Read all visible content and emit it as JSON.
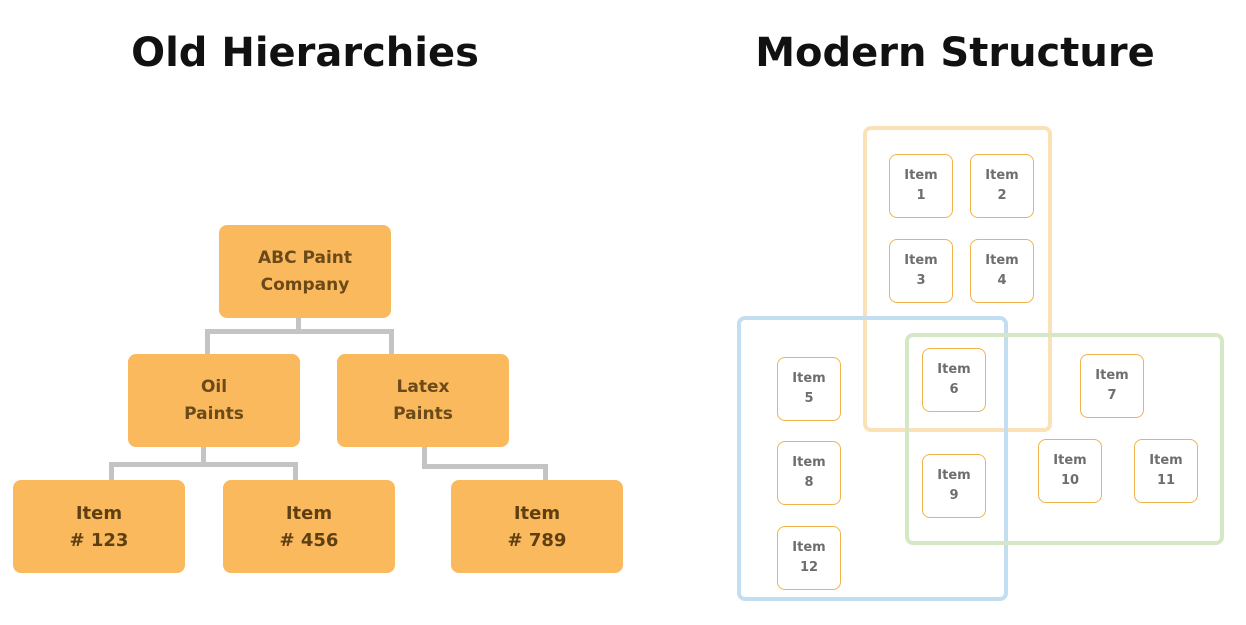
{
  "titles": {
    "left": "Old Hierarchies",
    "right": "Modern Structure"
  },
  "hierarchy": {
    "root": {
      "line1": "ABC Paint",
      "line2": "Company"
    },
    "oil": {
      "line1": "Oil",
      "line2": "Paints"
    },
    "latex": {
      "line1": "Latex",
      "line2": "Paints"
    },
    "leaves": [
      {
        "line1": "Item",
        "line2": "# 123"
      },
      {
        "line1": "Item",
        "line2": "# 456"
      },
      {
        "line1": "Item",
        "line2": "# 789"
      }
    ]
  },
  "modern": {
    "items": [
      {
        "line1": "Item",
        "line2": "1"
      },
      {
        "line1": "Item",
        "line2": "2"
      },
      {
        "line1": "Item",
        "line2": "3"
      },
      {
        "line1": "Item",
        "line2": "4"
      },
      {
        "line1": "Item",
        "line2": "5"
      },
      {
        "line1": "Item",
        "line2": "6"
      },
      {
        "line1": "Item",
        "line2": "7"
      },
      {
        "line1": "Item",
        "line2": "8"
      },
      {
        "line1": "Item",
        "line2": "9"
      },
      {
        "line1": "Item",
        "line2": "10"
      },
      {
        "line1": "Item",
        "line2": "11"
      },
      {
        "line1": "Item",
        "line2": "12"
      }
    ]
  },
  "colors": {
    "hierarchy_box": "#fbb95e",
    "connector": "#c4c4c4",
    "item_border": "#f0b44a",
    "region_orange": "#fbe1b6",
    "region_blue": "#c2def0",
    "region_green": "#d4e8c6"
  }
}
